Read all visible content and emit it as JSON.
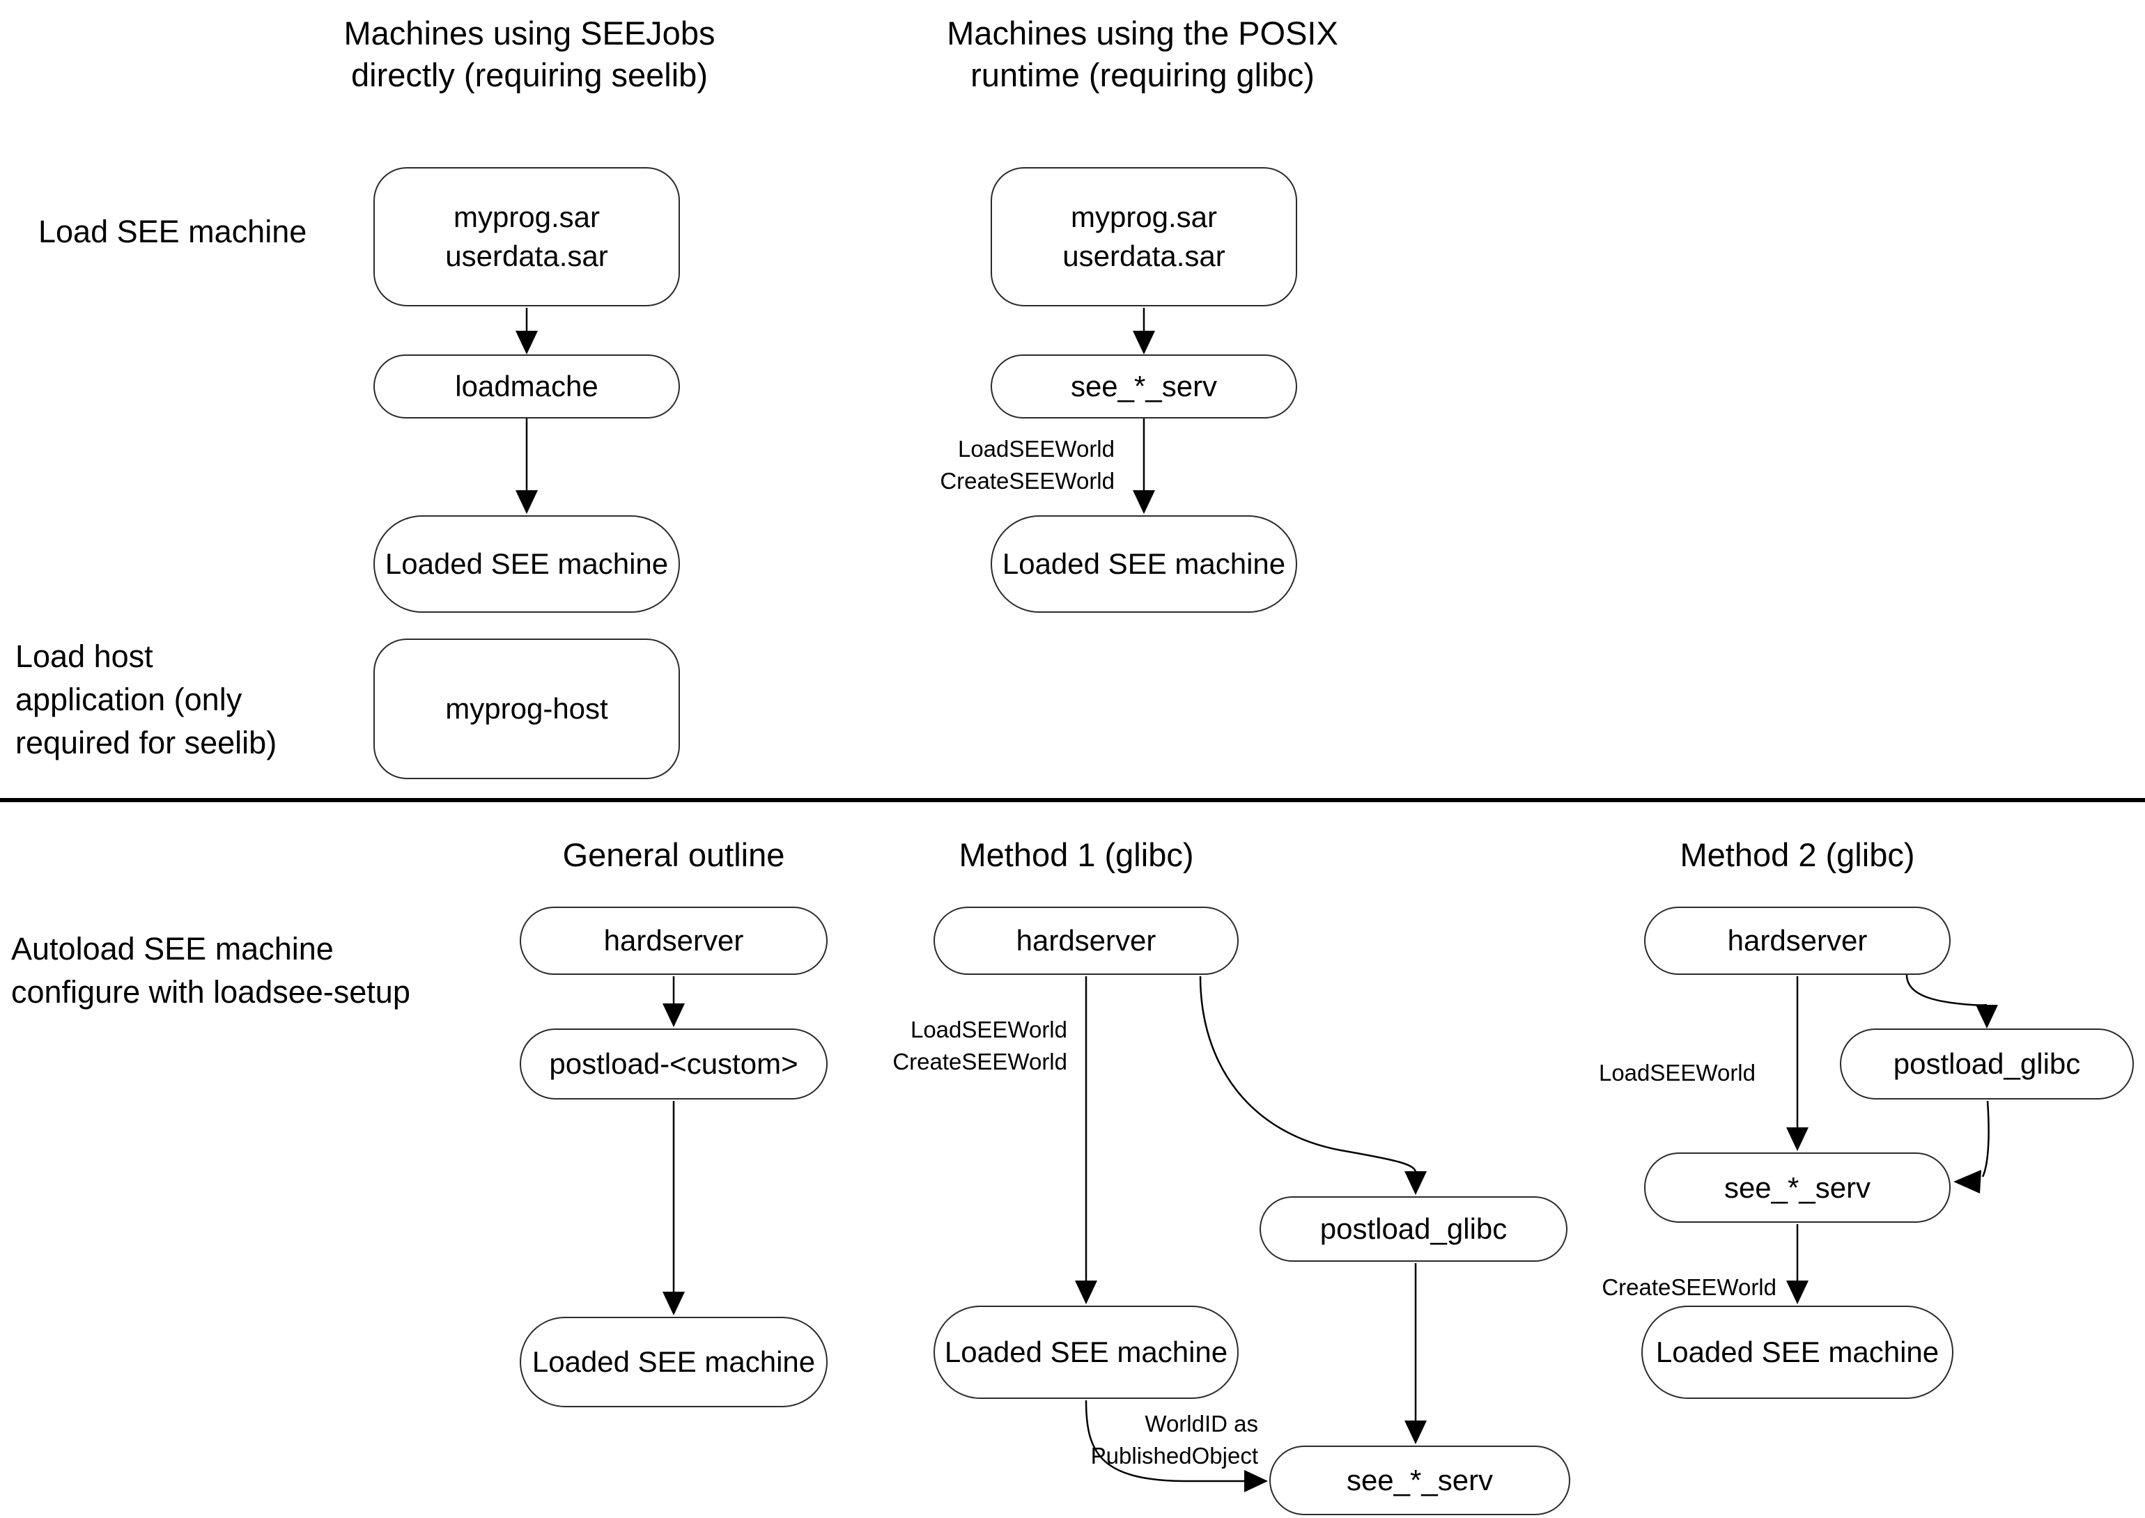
{
  "headers": {
    "seejobs": [
      "Machines using SEEJobs",
      "directly (requiring seelib)"
    ],
    "posix": [
      "Machines using the POSIX",
      "runtime (requiring glibc)"
    ],
    "general": "General outline",
    "method1": "Method 1 (glibc)",
    "method2": "Method 2 (glibc)"
  },
  "row_labels": {
    "load_see_machine": "Load SEE machine",
    "load_host_application": [
      "Load host",
      "application (only",
      "required for seelib)"
    ],
    "autoload": [
      "Autoload SEE machine",
      "configure with loadsee-setup"
    ]
  },
  "nodes": {
    "seejobs_sar": [
      "myprog.sar",
      "userdata.sar"
    ],
    "seejobs_loadmache": "loadmache",
    "seejobs_loaded": "Loaded SEE machine",
    "seejobs_host": "myprog-host",
    "posix_sar": [
      "myprog.sar",
      "userdata.sar"
    ],
    "posix_serv": "see_*_serv",
    "posix_loaded": "Loaded SEE machine",
    "general_hardserver": "hardserver",
    "general_postload": "postload-<custom>",
    "general_loaded": "Loaded SEE machine",
    "m1_hardserver": "hardserver",
    "m1_postload": "postload_glibc",
    "m1_loaded": "Loaded SEE machine",
    "m1_serv": "see_*_serv",
    "m2_hardserver": "hardserver",
    "m2_postload": "postload_glibc",
    "m2_serv": "see_*_serv",
    "m2_loaded": "Loaded SEE machine"
  },
  "edge_labels": {
    "posix_load": [
      "LoadSEEWorld",
      "CreateSEEWorld"
    ],
    "m1_load": [
      "LoadSEEWorld",
      "CreateSEEWorld"
    ],
    "m1_worldid": [
      "WorldID as",
      "PublishedObject"
    ],
    "m2_load": "LoadSEEWorld",
    "m2_create": "CreateSEEWorld"
  },
  "colors": {
    "line": "#000000",
    "border": "#2b2b2b",
    "background": "#ffffff"
  }
}
